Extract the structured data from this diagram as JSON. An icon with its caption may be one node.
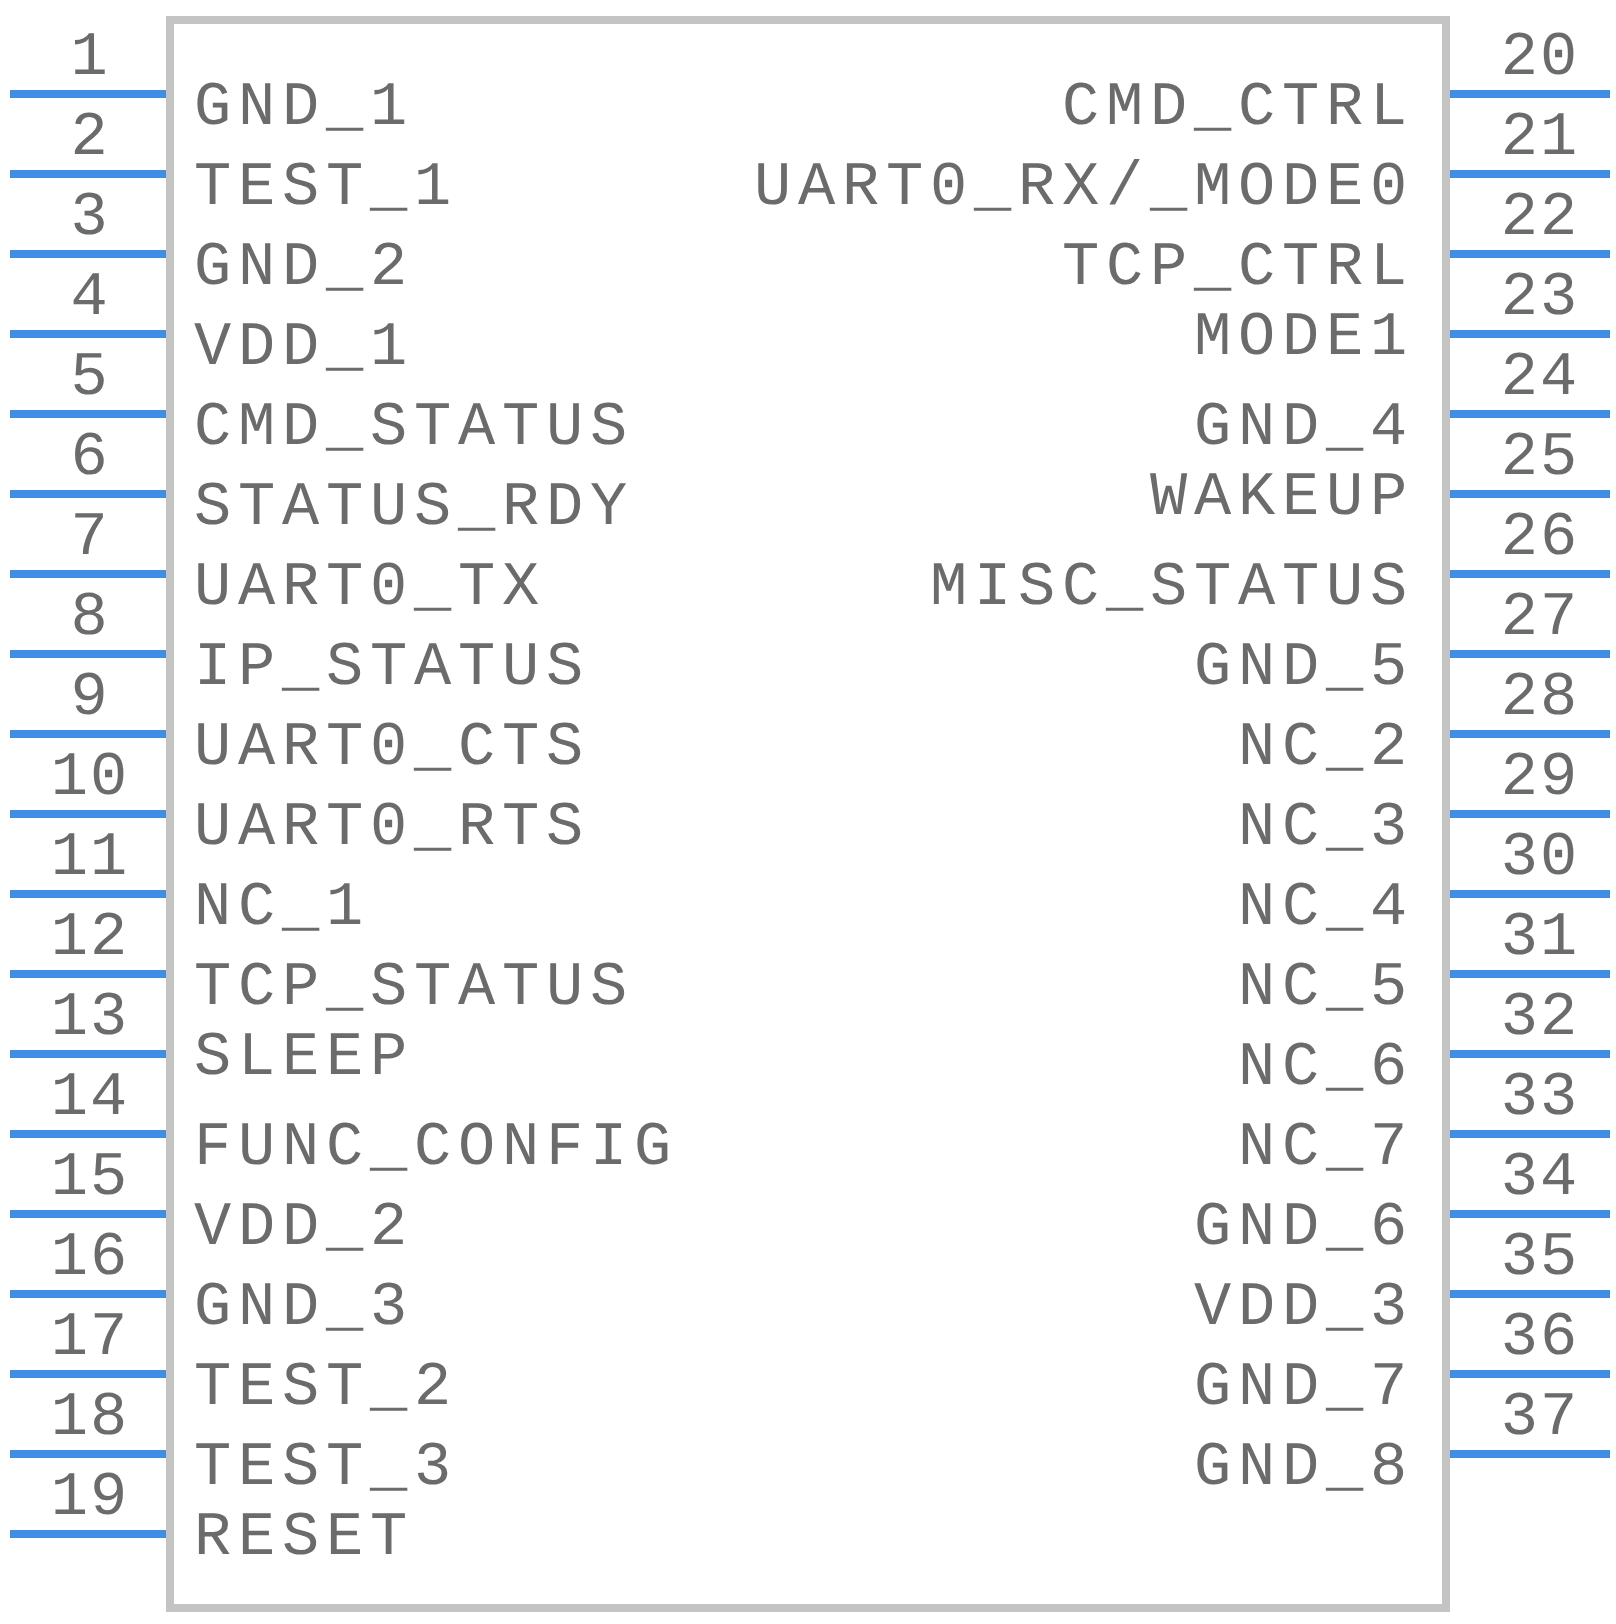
{
  "diagram": {
    "nodes": [
      {
        "text": [
          "GND_1",
          "TEST_1",
          "GND_2",
          "VDD_1",
          "CMD_STATUS",
          "STATUS_RDY",
          "UART0_TX",
          "IP_STATUS",
          "UART0_CTS",
          "UART0_RTS",
          "NC_1",
          "TCP_STATUS",
          "SLEEP",
          "FUNC_CONFIG",
          "VDD_2",
          "GND_3",
          "TEST_2",
          "TEST_3",
          "RESET",
          "CMD_CTRL",
          "UART0_RX/_MODE0",
          "TCP_CTRL",
          "MODE1",
          "GND_4",
          "WAKEUP",
          "MISC_STATUS",
          "GND_5",
          "NC_2",
          "NC_3",
          "NC_4",
          "NC_5",
          "NC_6",
          "NC_7",
          "GND_6",
          "VDD_3",
          "GND_7",
          "GND_8"
        ]
      }
    ],
    "labels": [
      "1",
      "2",
      "3",
      "4",
      "5",
      "6",
      "7",
      "8",
      "9",
      "10",
      "11",
      "12",
      "13",
      "14",
      "15",
      "16",
      "17",
      "18",
      "19",
      "20",
      "21",
      "22",
      "23",
      "24",
      "25",
      "26",
      "27",
      "28",
      "29",
      "30",
      "31",
      "32",
      "33",
      "34",
      "35",
      "36",
      "37"
    ]
  }
}
